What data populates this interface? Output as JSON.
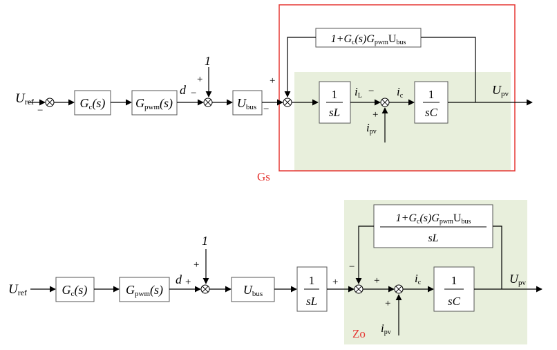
{
  "top": {
    "u_ref": {
      "main": "U",
      "sub": "ref"
    },
    "gc": {
      "main": "G",
      "sub": "c",
      "tail": "(s)"
    },
    "gpwm": {
      "main": "G",
      "sub": "pwm",
      "tail": "(s)"
    },
    "d": "d",
    "one": "1",
    "ubus": {
      "main": "U",
      "sub": "bus"
    },
    "feedback": {
      "a": "1+",
      "b": "G",
      "c": "c",
      "d": "(s)G",
      "e": "pwm",
      "f": "U",
      "g": "bus"
    },
    "inductor": {
      "num": "1",
      "den": "sL"
    },
    "capacitor": {
      "num": "1",
      "den": "sC"
    },
    "i_l": {
      "main": "i",
      "sub": "L"
    },
    "i_c": {
      "main": "i",
      "sub": "c"
    },
    "i_pv": {
      "main": "i",
      "sub": "pv"
    },
    "u_pv": {
      "main": "U",
      "sub": "pv"
    },
    "region_label": "Gs",
    "signs": {
      "s1_in": "−",
      "s2_top": "+",
      "s2_left": "−",
      "s3_top": "+",
      "s3_left": "−",
      "s4_left": "−",
      "s4_bot": "+"
    }
  },
  "bottom": {
    "u_ref": {
      "main": "U",
      "sub": "ref"
    },
    "gc": {
      "main": "G",
      "sub": "c",
      "tail": "(s)"
    },
    "gpwm": {
      "main": "G",
      "sub": "pwm",
      "tail": "(s)"
    },
    "d": "d",
    "one": "1",
    "ubus": {
      "main": "U",
      "sub": "bus"
    },
    "inductor": {
      "num": "1",
      "den": "sL"
    },
    "feedback": {
      "a": "1+",
      "b": "G",
      "c": "c",
      "d": "(s)G",
      "e": "pwm",
      "f": "U",
      "g": "bus",
      "den": "sL"
    },
    "capacitor": {
      "num": "1",
      "den": "sC"
    },
    "i_c": {
      "main": "i",
      "sub": "c"
    },
    "i_pv": {
      "main": "i",
      "sub": "pv"
    },
    "u_pv": {
      "main": "U",
      "sub": "pv"
    },
    "region_label": "Zo",
    "signs": {
      "s1_left": "+",
      "s1_top": "+",
      "s2_left": "+",
      "s2_top": "−",
      "s3_left": "+",
      "s3_bot": "+"
    }
  },
  "colors": {
    "shade": "#e8efdc",
    "frame": "#e53935",
    "line": "#000000",
    "label": "#e53935"
  }
}
